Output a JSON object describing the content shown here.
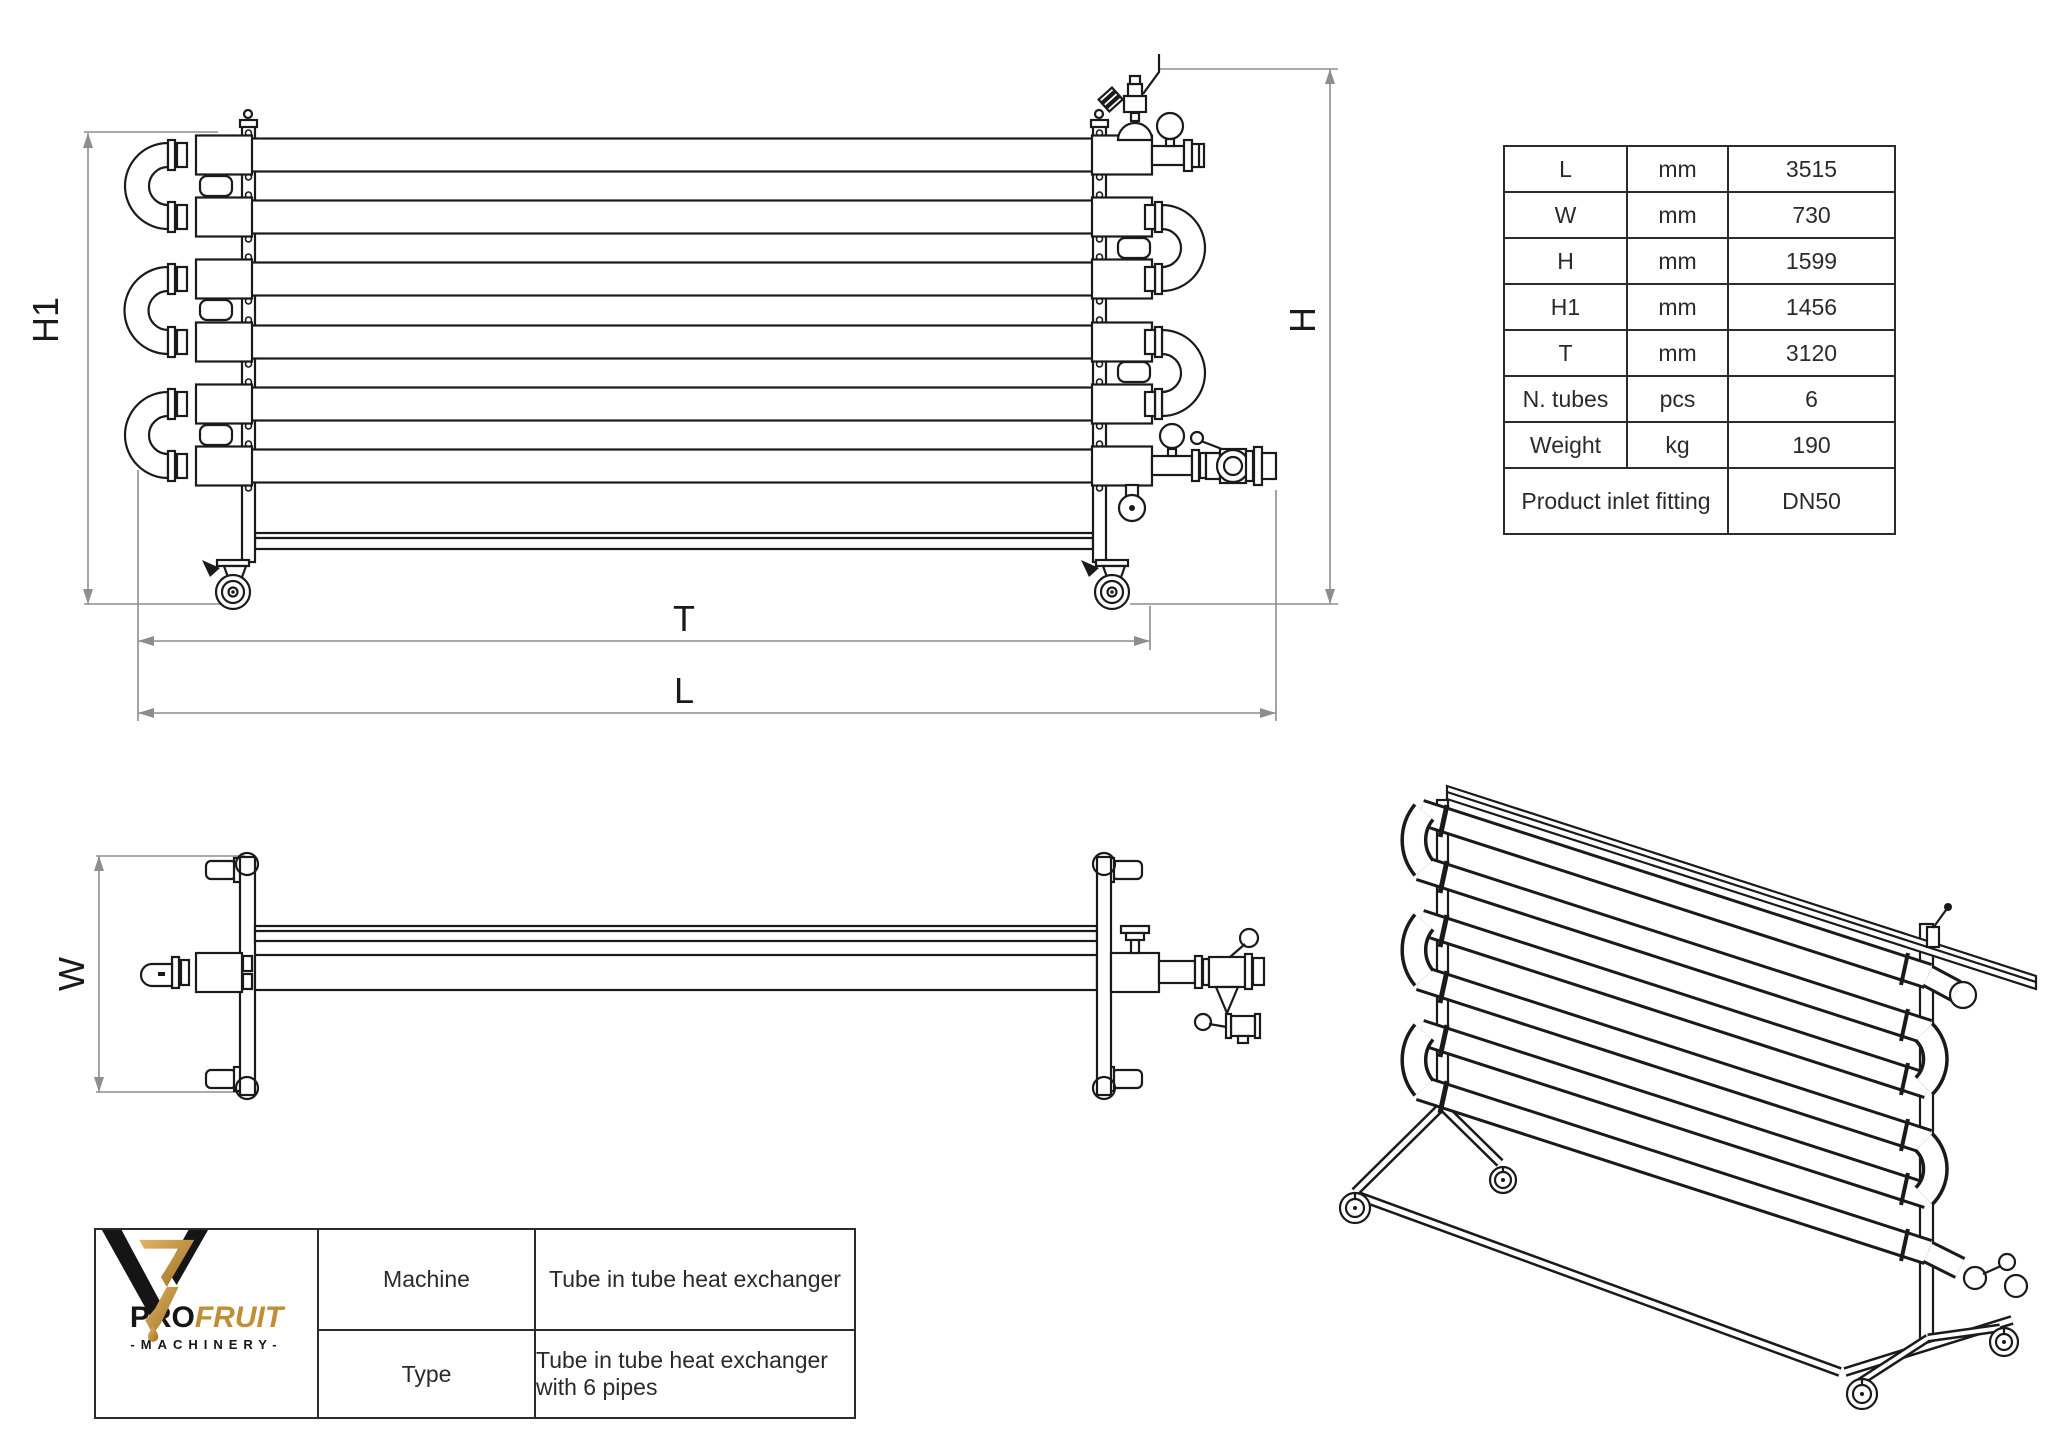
{
  "drawing": {
    "labels": {
      "h1": "H1",
      "h": "H",
      "t": "T",
      "l": "L",
      "w": "W"
    }
  },
  "spec_table": {
    "rows": [
      {
        "param": "L",
        "unit": "mm",
        "value": "3515"
      },
      {
        "param": "W",
        "unit": "mm",
        "value": "730"
      },
      {
        "param": "H",
        "unit": "mm",
        "value": "1599"
      },
      {
        "param": "H1",
        "unit": "mm",
        "value": "1456"
      },
      {
        "param": "T",
        "unit": "mm",
        "value": "3120"
      },
      {
        "param": "N. tubes",
        "unit": "pcs",
        "value": "6"
      },
      {
        "param": "Weight",
        "unit": "kg",
        "value": "190"
      },
      {
        "param": "Product inlet fitting",
        "unit": "",
        "value": "DN50"
      }
    ]
  },
  "info_table": {
    "rows": [
      {
        "label": "Machine",
        "value": "Tube in tube heat exchanger"
      },
      {
        "label": "Type",
        "value": "Tube in tube heat exchanger with 6 pipes"
      }
    ]
  },
  "logo": {
    "brand_pro": "PRO",
    "brand_fruit": "FRUIT",
    "tagline": "-MACHINERY-",
    "colors": {
      "gold": "#bf8f35",
      "black": "#151515"
    }
  }
}
